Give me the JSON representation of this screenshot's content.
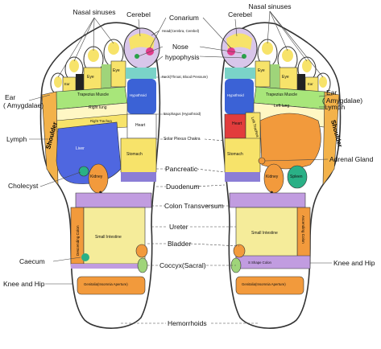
{
  "labels": {
    "nasal_sinuses_left": "Nasal sinuses",
    "nasal_sinuses_right": "Nasal sinuses",
    "cerebel_left": "Cerebel",
    "cerebel_right": "Cerebel",
    "conarium": "Conarium",
    "head": "Head(Cerebra, Cerebel)",
    "nose": "Nose",
    "hypophysis": "hypophysis",
    "neck": "Neck(Throat, Blood Pressure)",
    "esophagus": "Esophagus (Hypothroid)",
    "solar_plexus": "Solar Plexus Chakra",
    "pancreatic": "Pancreatic",
    "duodenum": "Duodenum",
    "colon_transversum": "Colon Transversum",
    "ureter": "Ureter",
    "bladder": "Bladder",
    "coccyx": "Coccyx(Sacral)",
    "hemorrhoids": "Hemorrhoids",
    "ear_left_1": "Ear",
    "ear_left_2": "( Amygdalae)",
    "ear_right_1": "Ear",
    "ear_right_2": "( Amygdalae)",
    "lymph_left": "Lymph",
    "lymph_right": "Lymph",
    "adrenal_gland": "Adrenal Gland",
    "cholecyst": "Cholecyst",
    "caecum": "Caecum",
    "knee_hip_left": "Knee and Hip",
    "knee_hip_right": "Knee and Hip"
  },
  "zones": {
    "eye_1": "Eye",
    "eye_2": "Eye",
    "eye_3": "Eye",
    "eye_4": "Eye",
    "ear_small_1": "Ear",
    "ear_small_2": "Ear",
    "trapezius_left": "Trapezius Muscle",
    "trapezius_right": "Trapezius Muscle",
    "hypothroid_left": "Hypothroid",
    "hypothroid_right": "Hypothroid",
    "right_lung": "Right lung",
    "left_lung": "Left lung",
    "right_trachea": "Right Trachea",
    "left_trachea": "Left Trachea",
    "heart_left": "Heart",
    "heart_right": "Heart",
    "liver": "Liver",
    "stomach_left": "Stomach",
    "stomach_right": "Stomach",
    "kidney_left": "Kidney",
    "kidney_right": "Kidney",
    "spleen": "Spleen",
    "shoulder_left": "Shoulder",
    "shoulder_right": "Shoulder",
    "small_intestine_left": "Small Intestine",
    "small_intestine_right": "Small Intestine",
    "descending_colon": "Descending Colon",
    "ascending_colon": "Ascending Colon",
    "s_shape_colon": "S Shape Colon",
    "genitalia_left": "Genitalia(Insomnia Aperture)",
    "genitalia_right": "Genitalia(Insomnia Aperture)"
  }
}
